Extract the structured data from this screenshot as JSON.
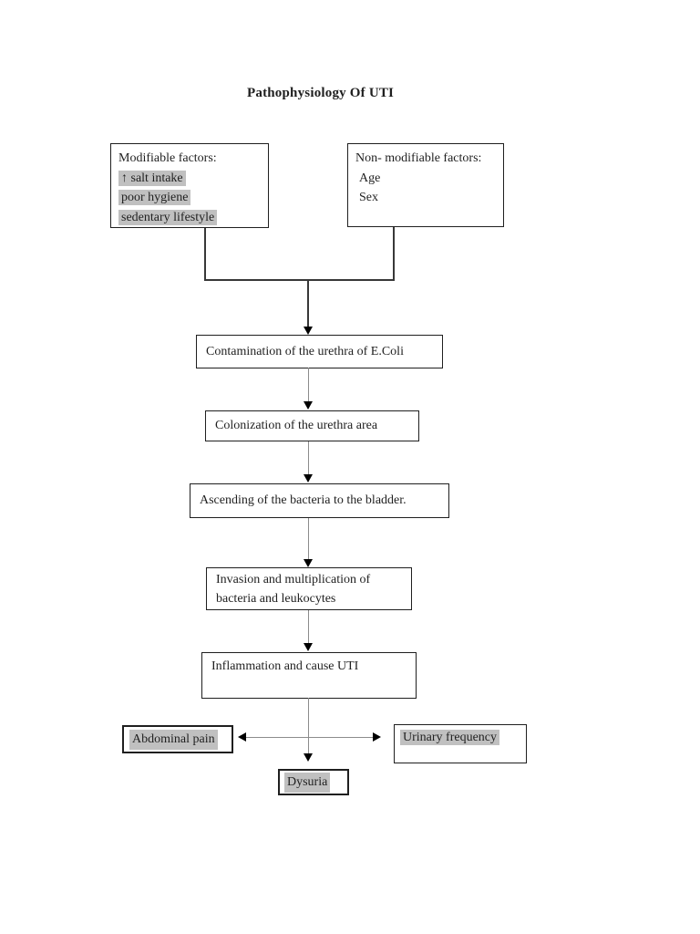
{
  "page": {
    "title": "Pathophysiology Of UTI"
  },
  "factors": {
    "modifiable": {
      "heading": "Modifiable factors:",
      "items": [
        "↑ salt intake",
        "poor hygiene",
        "sedentary lifestyle"
      ]
    },
    "non_modifiable": {
      "heading": "Non- modifiable factors:",
      "items": [
        "Age",
        "Sex"
      ]
    }
  },
  "flow_steps": {
    "contamination": "Contamination of the urethra of E.Coli",
    "colonization": "Colonization of the urethra area",
    "ascending": "Ascending of the bacteria to the bladder.",
    "invasion_line1": "Invasion and multiplication of",
    "invasion_line2": "bacteria and leukocytes",
    "inflammation": "Inflammation and cause UTI"
  },
  "outcomes": {
    "abdominal_pain": "Abdominal pain",
    "urinary_frequency": "Urinary frequency",
    "dysuria": "Dysuria"
  },
  "colors": {
    "highlight": "#c0c0c0",
    "box_border": "#000000",
    "connector_dark": "#383838",
    "connector_light": "#8c8c8c",
    "arrowhead": "#000000"
  }
}
